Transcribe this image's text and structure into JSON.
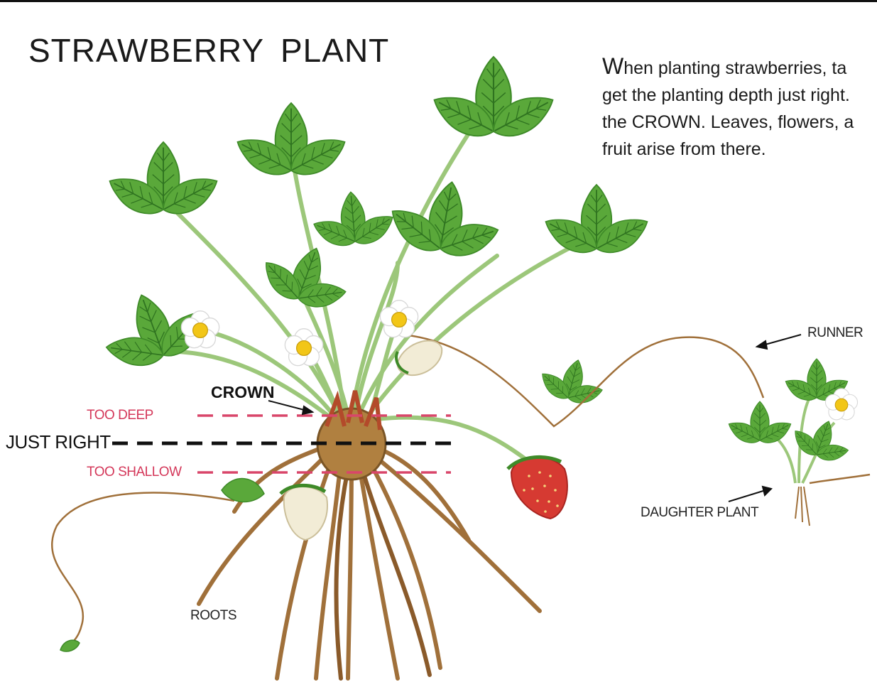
{
  "title": "STRAWBERRY  PLANT",
  "intro": {
    "first_letter": "W",
    "lines": [
      "hen planting strawberries, ta",
      "get the planting depth just right.",
      "the CROWN. Leaves, flowers, a",
      "fruit arise from there."
    ]
  },
  "labels": {
    "crown": "CROWN",
    "too_deep": "TOO DEEP",
    "just_right": "JUST RIGHT",
    "too_shallow": "TOO SHALLOW",
    "runner": "RUNNER",
    "daughter_plant": "DAUGHTER PLANT",
    "roots": "ROOTS"
  },
  "colors": {
    "pink_line": "#d9466a",
    "black_line": "#111111",
    "leaf": "#5aa83a",
    "leaf_dark": "#3e8a28",
    "stem": "#9cc77a",
    "root": "#a0703a",
    "berry": "#d63a32",
    "flower_center": "#f2c617"
  }
}
